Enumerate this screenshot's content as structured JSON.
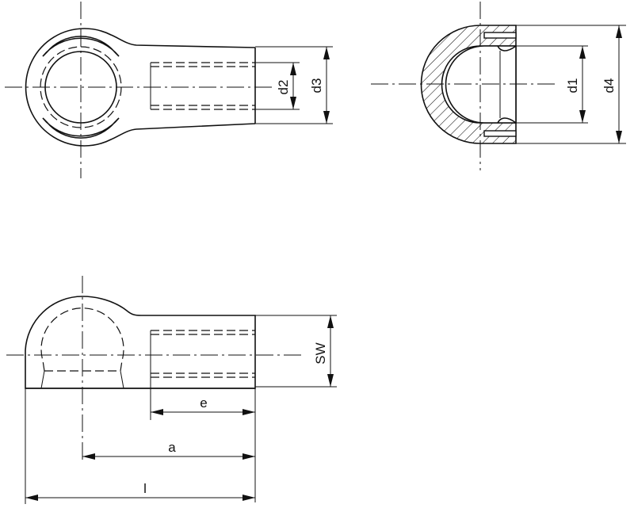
{
  "drawing": {
    "views": [
      {
        "name": "top-view",
        "description": "Ball socket eye, plan view"
      },
      {
        "name": "section-view",
        "description": "Ball socket, sectioned side view"
      },
      {
        "name": "front-view",
        "description": "Ball socket, front view"
      }
    ],
    "dimensions": {
      "d1": "d1",
      "d2": "d2",
      "d3": "d3",
      "d4": "d4",
      "sw": "SW",
      "e": "e",
      "a": "a",
      "l": "l"
    },
    "colors": {
      "line": "#111111",
      "background": "#ffffff"
    }
  }
}
